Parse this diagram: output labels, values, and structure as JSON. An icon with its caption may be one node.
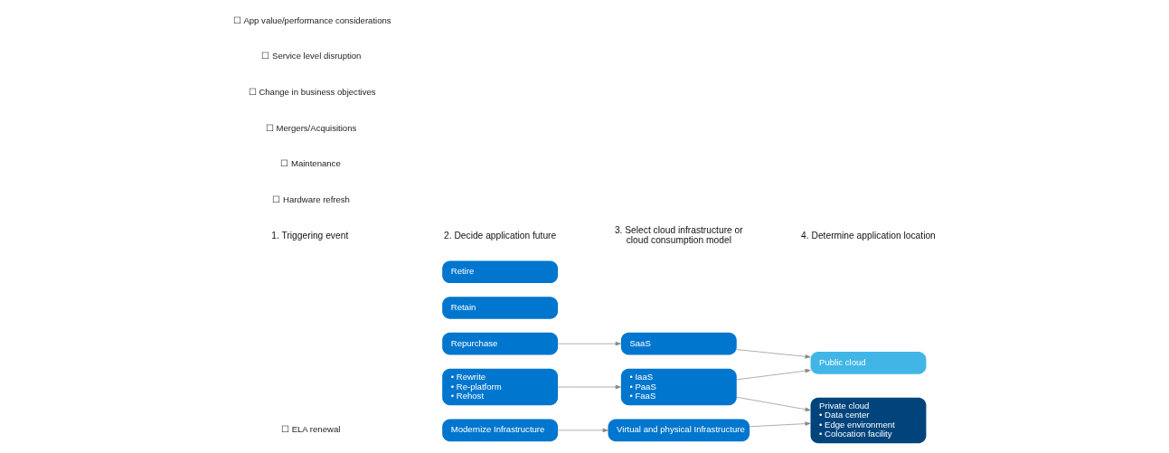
{
  "diagram": {
    "nodes": [
      {
        "text": [
          "Modernize Infrastructure"
        ]
      },
      {
        "text": [
          "• Rewrite",
          "• Re-platform",
          "• Rehost"
        ]
      },
      {
        "text": [
          "Repurchase"
        ]
      },
      {
        "text": [
          "Retain"
        ]
      },
      {
        "text": [
          "Retire"
        ]
      },
      {
        "text": [
          "Virtual and physical Infrastructure"
        ]
      },
      {
        "text": [
          "• IaaS",
          "• PaaS",
          "• FaaS"
        ]
      },
      {
        "text": [
          "SaaS"
        ]
      },
      {
        "text": [
          "Private cloud",
          "• Data center",
          "• Edge environment",
          "• Colocation facility"
        ]
      },
      {
        "text": [
          "Public cloud"
        ]
      }
    ],
    "edges": [
      {
        "from": 0,
        "to": 5,
        "arrow": "to"
      },
      {
        "from": 1,
        "to": 6,
        "arrow": "to"
      },
      {
        "from": 2,
        "to": 7,
        "arrow": "to"
      },
      {
        "from": 5,
        "to": 8,
        "arrow": "to"
      },
      {
        "from": 6,
        "to": 8,
        "arrow": "to"
      },
      {
        "from": 6,
        "to": 9,
        "arrow": "to"
      },
      {
        "from": 7,
        "to": 9,
        "arrow": "to"
      }
    ],
    "labels": [
      "1. Triggering event",
      "2. Decide application future",
      "3. Select cloud infrastructure or cloud consumption model",
      "4. Determine application location",
      "☐ ELA renewal",
      "☐ Hardware refresh",
      "☐ Maintenance",
      "☐ Mergers/Acquisitions",
      "☐ Change in business objectives",
      "☐ Service level disruption",
      "☐ App value/performance considerations"
    ]
  }
}
